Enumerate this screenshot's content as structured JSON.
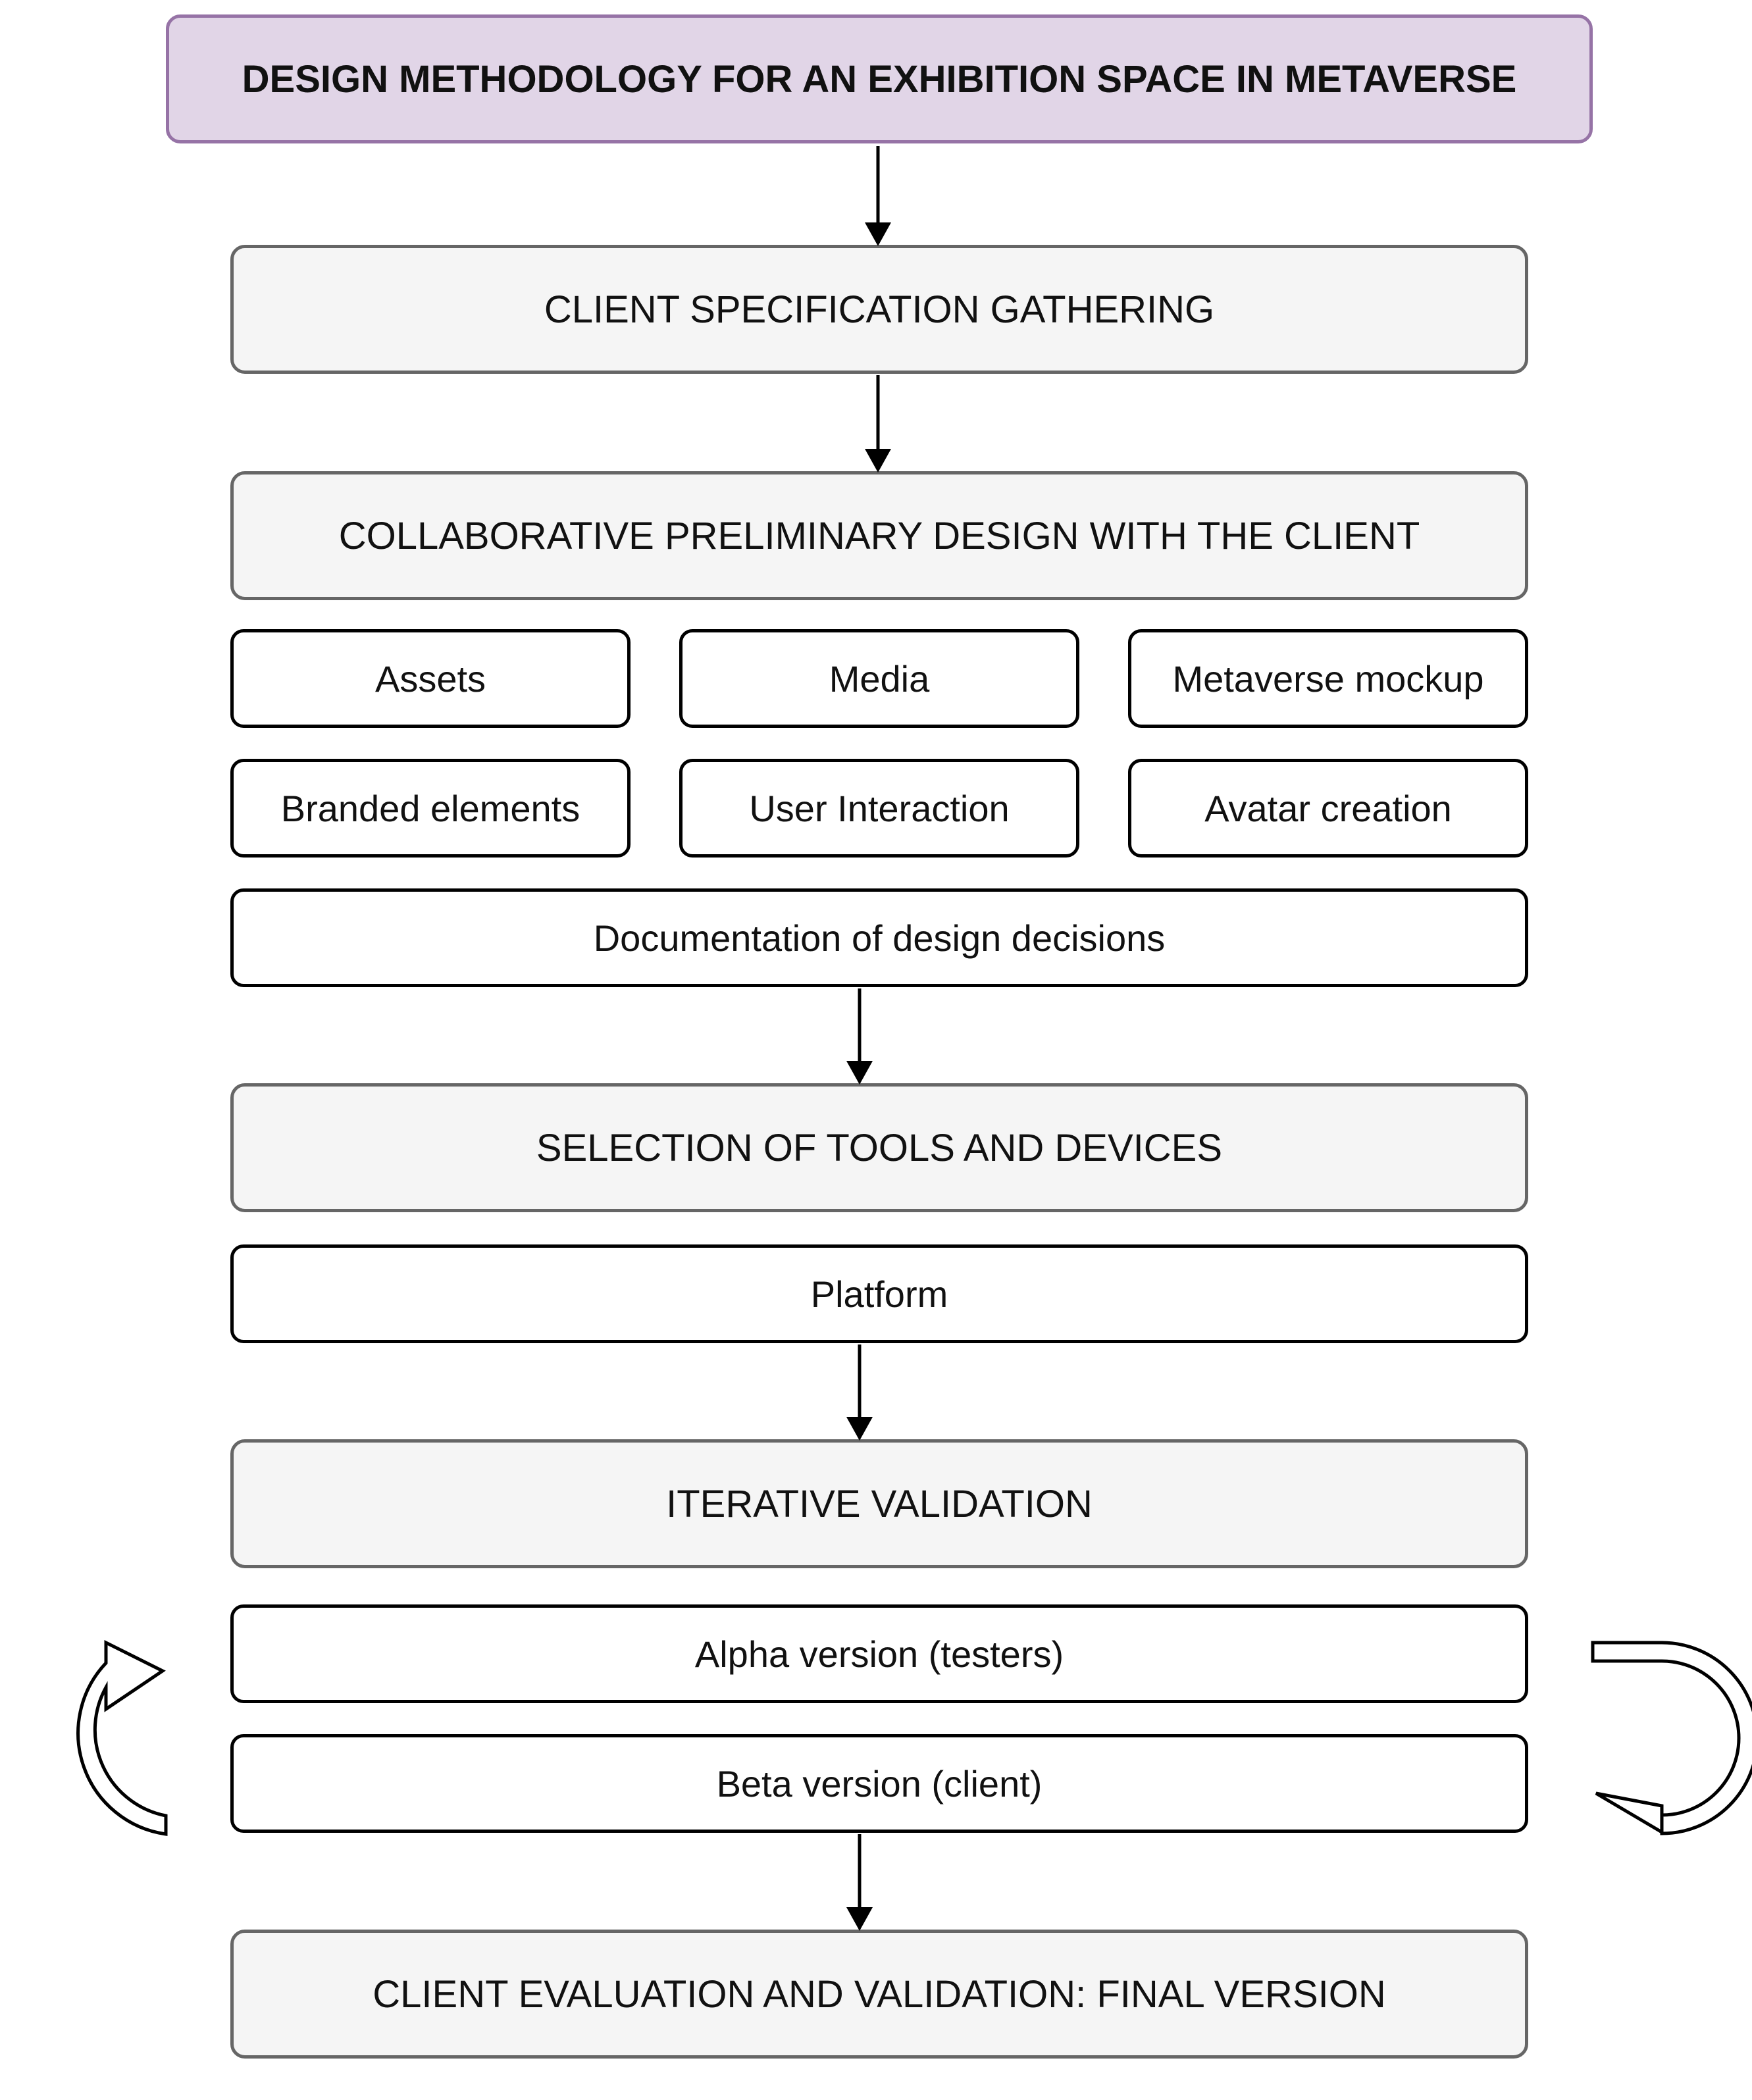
{
  "title": "DESIGN METHODOLOGY FOR AN EXHIBITION SPACE IN METAVERSE",
  "stages": {
    "client_spec": "CLIENT SPECIFICATION GATHERING",
    "preliminary_design": "COLLABORATIVE PRELIMINARY DESIGN WITH THE CLIENT",
    "tools_selection": "SELECTION OF TOOLS AND DEVICES",
    "iterative_validation": "ITERATIVE VALIDATION",
    "final_evaluation": "CLIENT EVALUATION AND VALIDATION: FINAL VERSION"
  },
  "preliminary_items": {
    "assets": "Assets",
    "media": "Media",
    "metaverse_mockup": "Metaverse mockup",
    "branded_elements": "Branded elements",
    "user_interaction": "User Interaction",
    "avatar_creation": "Avatar creation",
    "documentation": "Documentation of design decisions"
  },
  "tools_items": {
    "platform": "Platform"
  },
  "validation_items": {
    "alpha": "Alpha version (testers)",
    "beta": "Beta version (client)"
  },
  "colors": {
    "title_fill": "#e1d5e7",
    "title_stroke": "#9673a6",
    "stage_fill": "#f5f5f5",
    "stage_stroke": "#666666",
    "item_fill": "#ffffff",
    "item_stroke": "#000000"
  }
}
